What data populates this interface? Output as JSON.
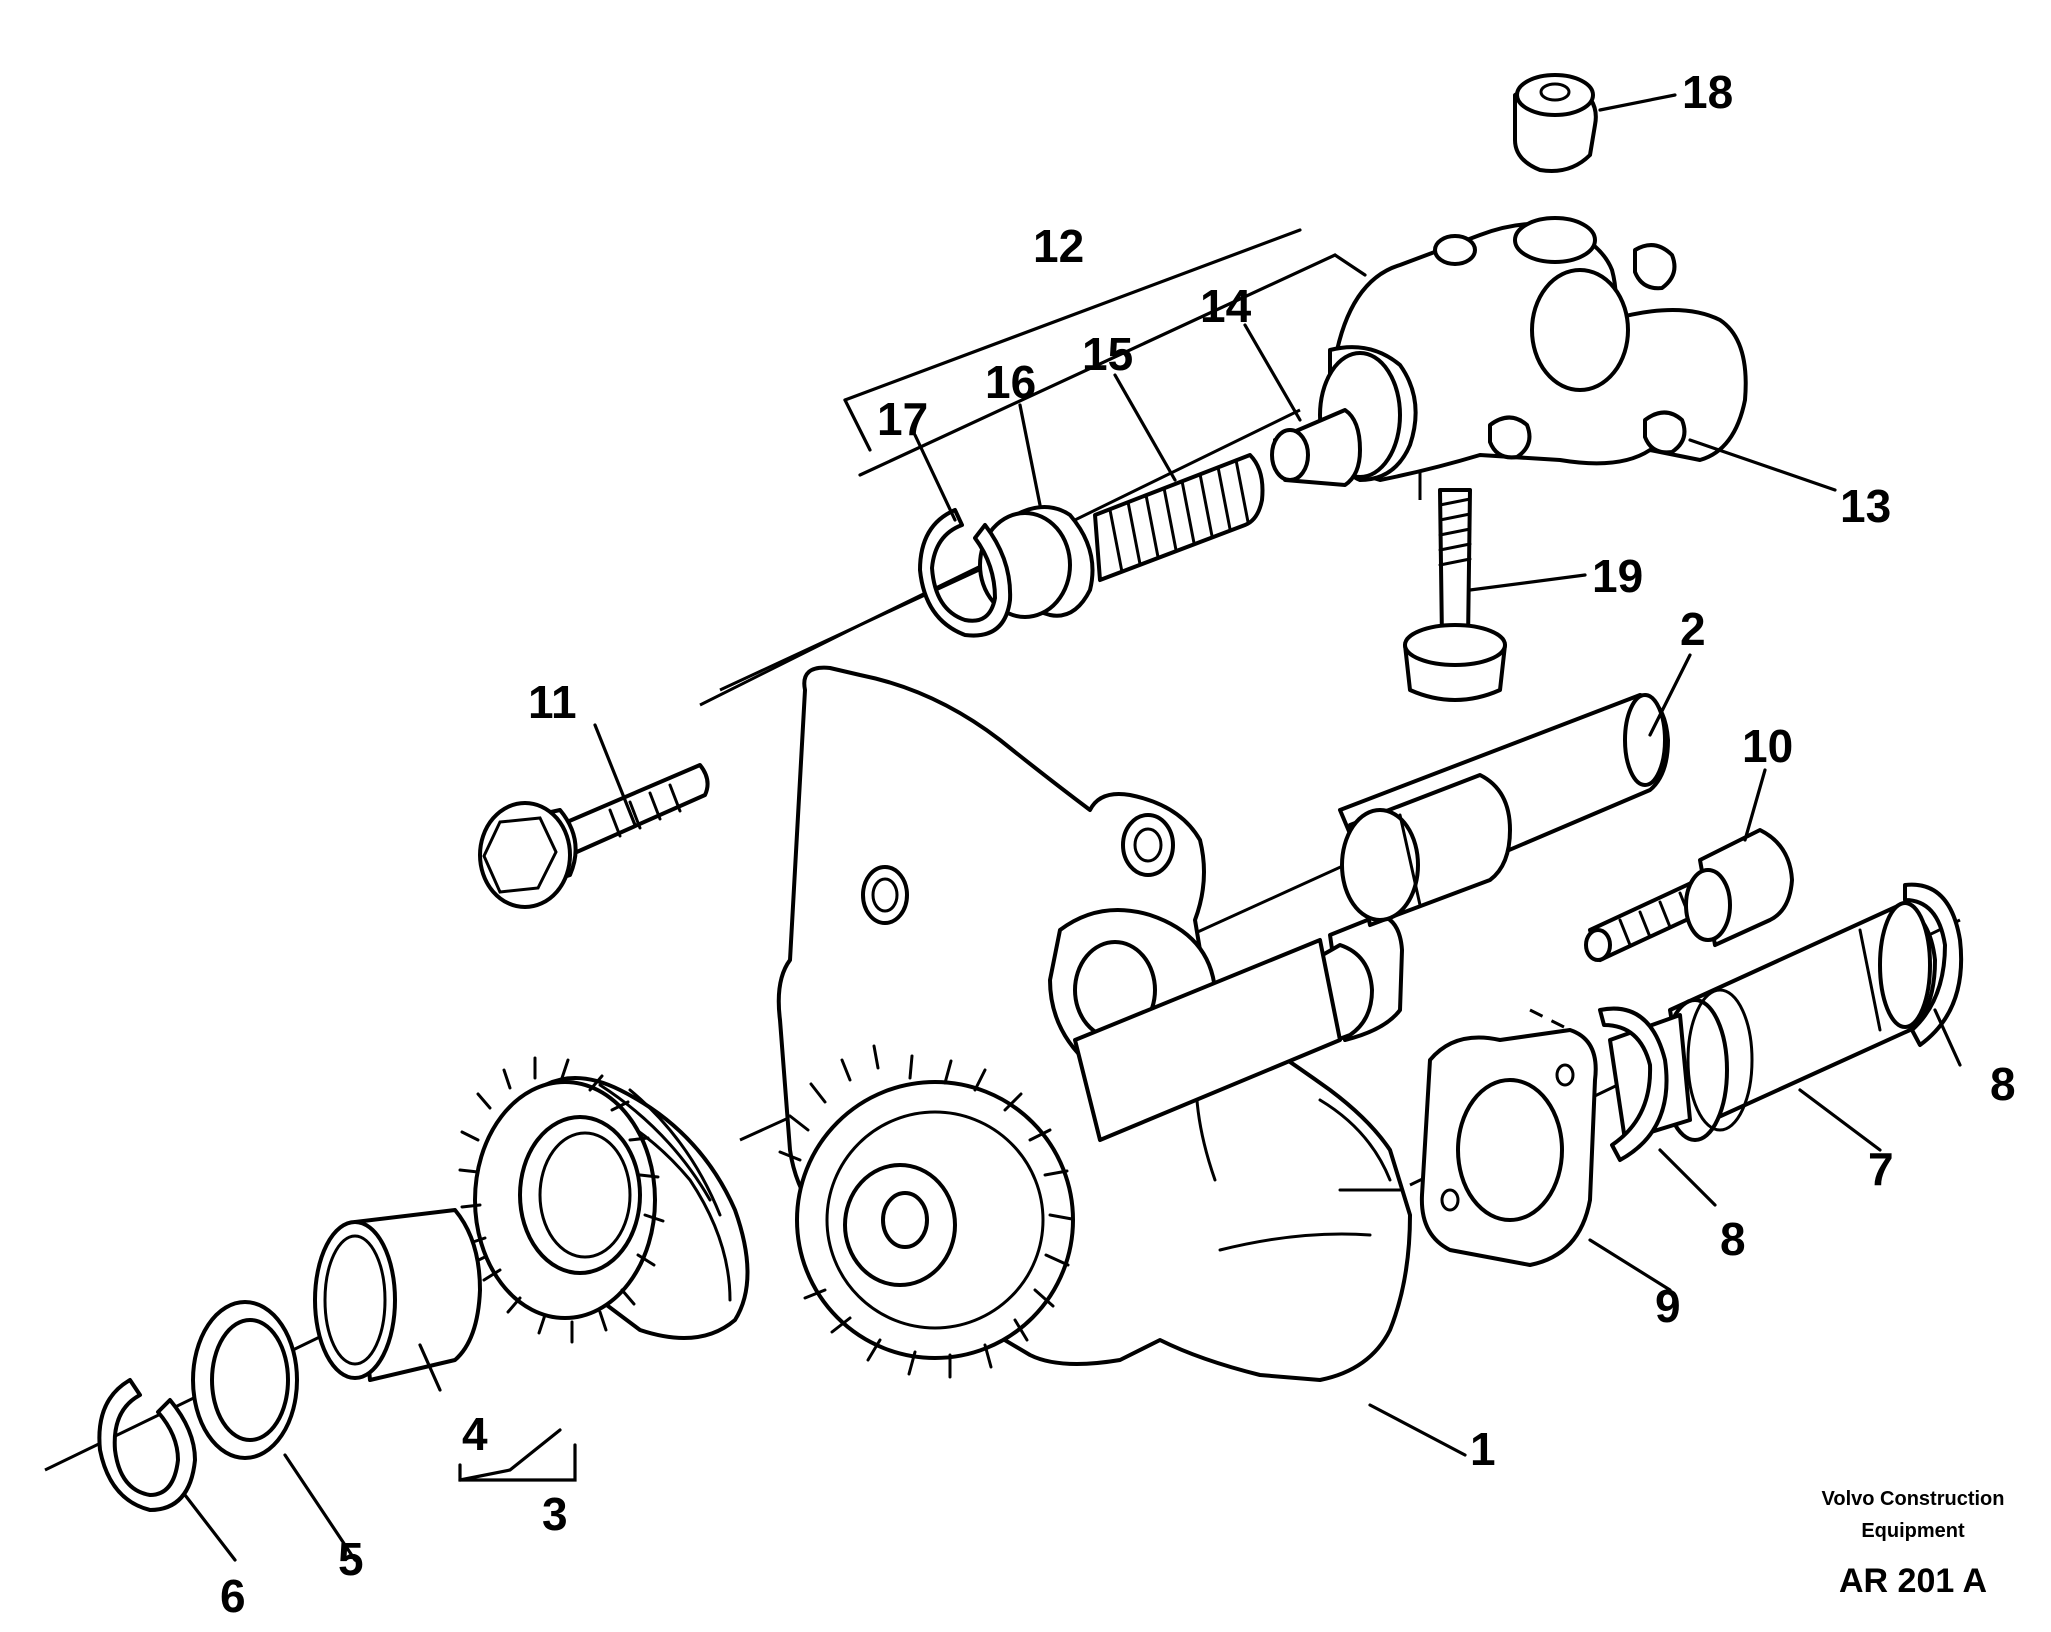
{
  "callouts": {
    "c1": "1",
    "c2": "2",
    "c3": "3",
    "c4": "4",
    "c5": "5",
    "c6": "6",
    "c7": "7",
    "c8a": "8",
    "c8b": "8",
    "c9": "9",
    "c10": "10",
    "c11": "11",
    "c12": "12",
    "c13": "13",
    "c14": "14",
    "c15": "15",
    "c16": "16",
    "c17": "17",
    "c18": "18",
    "c19": "19"
  },
  "credit": {
    "line1": "Volvo Construction",
    "line2": "Equipment",
    "code": "AR 201 A"
  }
}
